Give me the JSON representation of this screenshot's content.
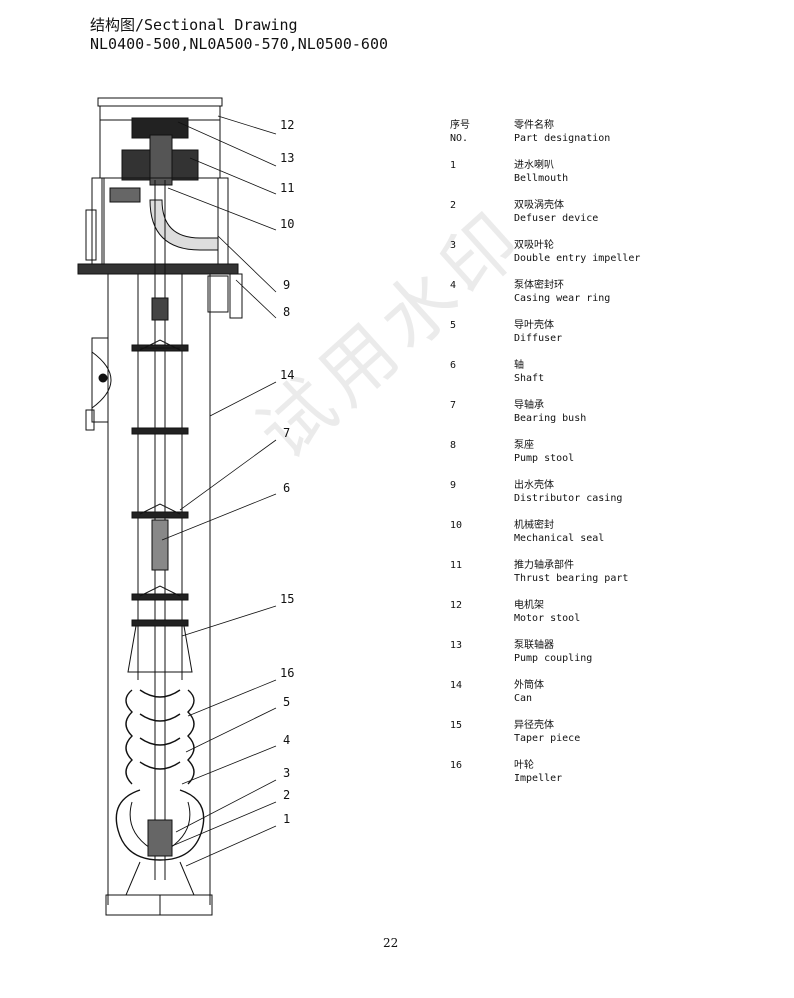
{
  "title": {
    "line1": "结构图/Sectional Drawing",
    "line2": "NL0400-500,NL0A500-570,NL0500-600"
  },
  "parts_header": {
    "no_cn": "序号",
    "no_en": "NO.",
    "name_cn": "零件名称",
    "name_en": "Part designation"
  },
  "parts": [
    {
      "no": "1",
      "cn": "进水喇叭",
      "en": "Bellmouth"
    },
    {
      "no": "2",
      "cn": "双吸涡壳体",
      "en": "Defuser device"
    },
    {
      "no": "3",
      "cn": "双吸叶轮",
      "en": "Double entry impeller"
    },
    {
      "no": "4",
      "cn": "泵体密封环",
      "en": "Casing wear ring"
    },
    {
      "no": "5",
      "cn": "导叶壳体",
      "en": "Diffuser"
    },
    {
      "no": "6",
      "cn": "轴",
      "en": "Shaft"
    },
    {
      "no": "7",
      "cn": "导轴承",
      "en": "Bearing bush"
    },
    {
      "no": "8",
      "cn": "泵座",
      "en": "Pump stool"
    },
    {
      "no": "9",
      "cn": "出水壳体",
      "en": "Distributor casing"
    },
    {
      "no": "10",
      "cn": "机械密封",
      "en": "Mechanical seal"
    },
    {
      "no": "11",
      "cn": "推力轴承部件",
      "en": "Thrust bearing part"
    },
    {
      "no": "12",
      "cn": "电机架",
      "en": "Motor stool"
    },
    {
      "no": "13",
      "cn": "泵联轴器",
      "en": "Pump coupling"
    },
    {
      "no": "14",
      "cn": "外筒体",
      "en": "Can"
    },
    {
      "no": "15",
      "cn": "异径壳体",
      "en": "Taper piece"
    },
    {
      "no": "16",
      "cn": "叶轮",
      "en": "Impeller"
    }
  ],
  "callouts": [
    "12",
    "13",
    "11",
    "10",
    "9",
    "8",
    "14",
    "7",
    "6",
    "15",
    "16",
    "5",
    "4",
    "3",
    "2",
    "1"
  ],
  "page_number": "22",
  "watermark": "试用水印"
}
